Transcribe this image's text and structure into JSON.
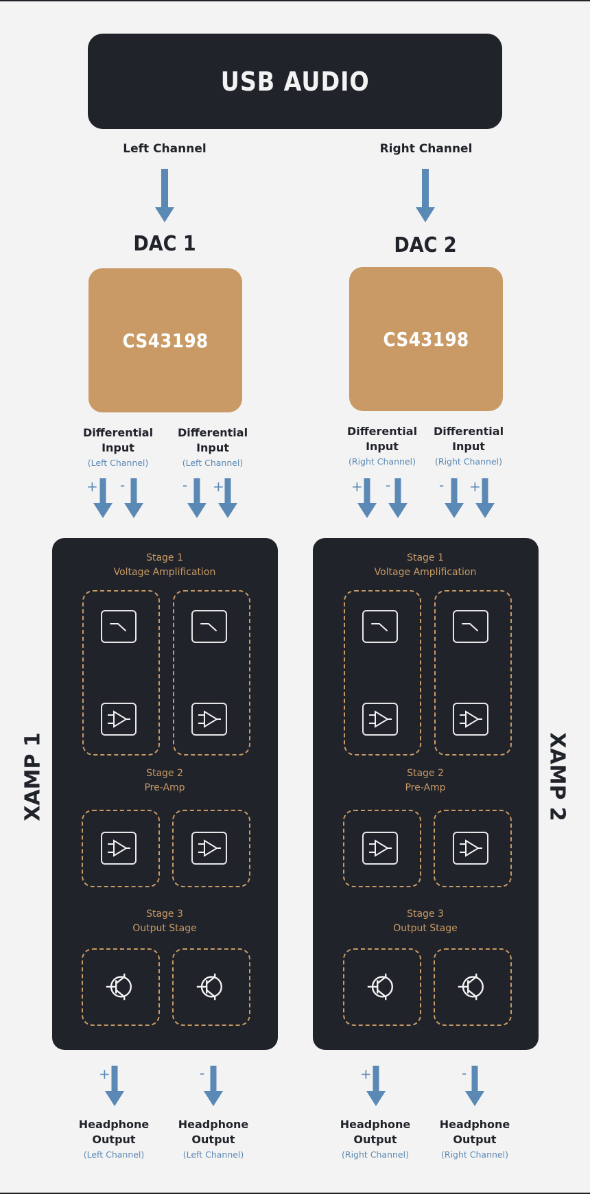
{
  "source": {
    "title": "USB AUDIO"
  },
  "channels": [
    {
      "label": "Left Channel"
    },
    {
      "label": "Right Channel"
    }
  ],
  "dacs": [
    {
      "label": "DAC 1",
      "chip": "CS43198"
    },
    {
      "label": "DAC 2",
      "chip": "CS43198"
    }
  ],
  "dac_outputs": [
    [
      {
        "title": "Differential Input",
        "line1": "Differential",
        "line2": "Input",
        "sub": "(Left Channel)",
        "signs": [
          "+",
          "-"
        ]
      },
      {
        "title": "Differential Input",
        "line1": "Differential",
        "line2": "Input",
        "sub": "(Left Channel)",
        "signs": [
          "-",
          "+"
        ]
      }
    ],
    [
      {
        "title": "Differential Input",
        "line1": "Differential",
        "line2": "Input",
        "sub": "(Right Channel)",
        "signs": [
          "+",
          "-"
        ]
      },
      {
        "title": "Differential Input",
        "line1": "Differential",
        "line2": "Input",
        "sub": "(Right Channel)",
        "signs": [
          "-",
          "+"
        ]
      }
    ]
  ],
  "amps": [
    {
      "label": "XAMP 1"
    },
    {
      "label": "XAMP 2"
    }
  ],
  "stages": [
    {
      "name": "Stage 1",
      "desc": "Voltage Amplification",
      "components": [
        "low-pass-filter",
        "op-amp"
      ]
    },
    {
      "name": "Stage 2",
      "desc": "Pre-Amp",
      "components": [
        "op-amp"
      ]
    },
    {
      "name": "Stage 3",
      "desc": "Output Stage",
      "components": [
        "transistor"
      ]
    }
  ],
  "outputs": [
    [
      {
        "sign": "+",
        "line1": "Headphone",
        "line2": "Output",
        "sub": "(Left Channel)"
      },
      {
        "sign": "-",
        "line1": "Headphone",
        "line2": "Output",
        "sub": "(Left Channel)"
      }
    ],
    [
      {
        "sign": "+",
        "line1": "Headphone",
        "line2": "Output",
        "sub": "(Right Channel)"
      },
      {
        "sign": "-",
        "line1": "Headphone",
        "line2": "Output",
        "sub": "(Right Channel)"
      }
    ]
  ],
  "colors": {
    "dark": "#20232a",
    "dac": "#c99a65",
    "accent_text": "#c99a65",
    "arrow": "#5b89b5",
    "background": "#f3f3f3"
  }
}
